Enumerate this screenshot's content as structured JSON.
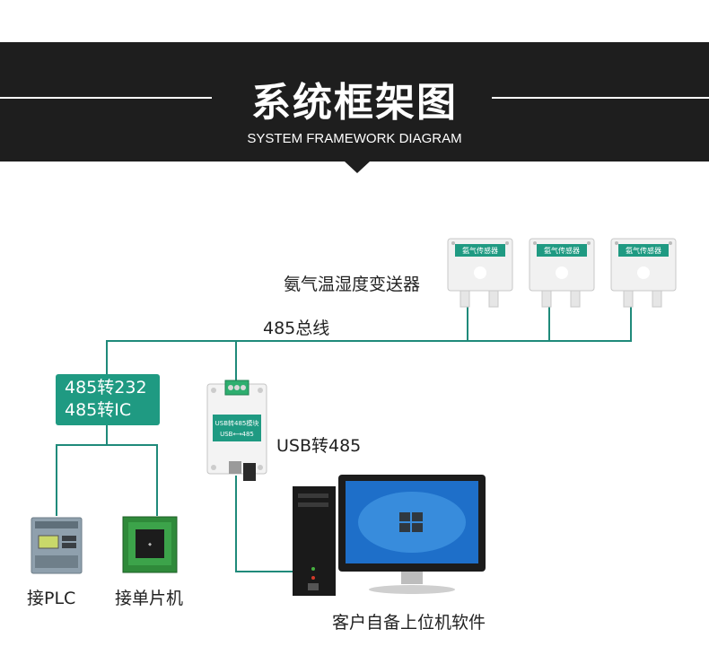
{
  "header": {
    "title": "系统框架图",
    "subtitle": "SYSTEM FRAMEWORK DIAGRAM"
  },
  "sensors": {
    "label": "氨气温湿度变送器",
    "device_label": "氨气传感器"
  },
  "bus": {
    "label": "485总线"
  },
  "converter_box": {
    "line1": "485转232",
    "line2": "485转IC"
  },
  "usb_module": {
    "label": "USB转485",
    "panel_text": "USB转485模块",
    "panel_sub": "USB⟷485"
  },
  "endpoints": {
    "plc_label": "接PLC",
    "mcu_label": "接单片机",
    "pc_label": "客户自备上位机软件"
  },
  "colors": {
    "banner": "#1e1e1e",
    "wire": "#1f8a7a",
    "accent_green": "#1f9a82"
  }
}
